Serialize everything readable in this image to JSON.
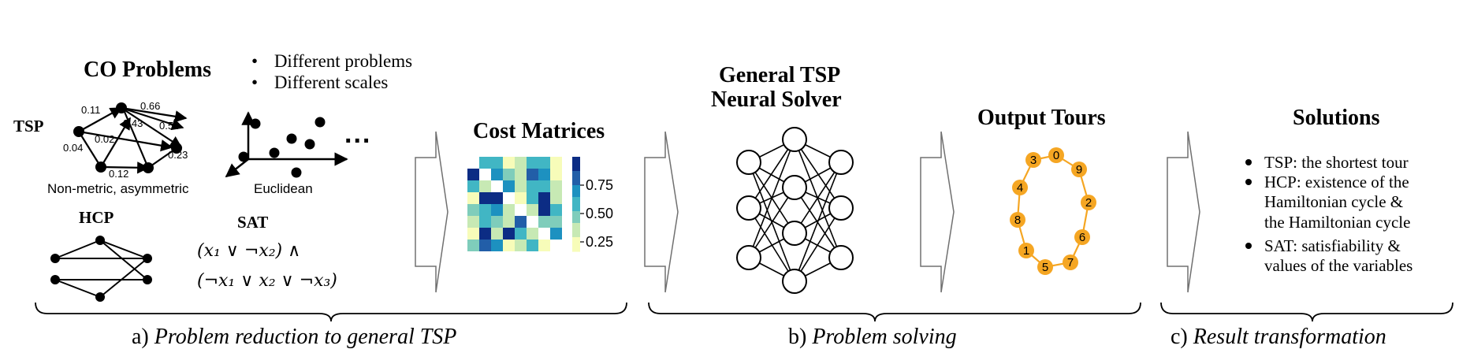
{
  "co_problems": {
    "title": "CO Problems",
    "bullets": [
      "Different problems",
      "Different scales"
    ],
    "tsp_label": "TSP",
    "edge_weights": [
      "0.11",
      "0.66",
      "0.43",
      "0.54",
      "0.02",
      "0.04",
      "0.23",
      "0.12"
    ],
    "nonmetric_caption": "Non-metric, asymmetric",
    "euclidean_caption": "Euclidean",
    "ellipsis": "...",
    "hcp_label": "HCP",
    "sat_label": "SAT",
    "sat_line1": "(x₁ ∨ ¬x₂) ∧",
    "sat_line2": "(¬x₁ ∨ x₂ ∨ ¬x₃)"
  },
  "cost_matrices": {
    "title": "Cost Matrices",
    "colorbar_ticks": [
      "0.75",
      "0.50",
      "0.25"
    ],
    "colormap": [
      "#f7fcb9",
      "#c7e9b4",
      "#7fcdbb",
      "#41b6c4",
      "#1d91c0",
      "#225ea8",
      "#0c2c84"
    ]
  },
  "solver": {
    "title_line1": "General TSP",
    "title_line2": "Neural Solver",
    "layers": [
      3,
      4,
      3
    ]
  },
  "output_tours": {
    "title": "Output Tours",
    "node_labels": [
      "0",
      "9",
      "2",
      "6",
      "7",
      "5",
      "1",
      "8",
      "4",
      "3"
    ],
    "node_color": "#f5a623"
  },
  "solutions": {
    "title": "Solutions",
    "items": [
      {
        "lines": [
          "TSP: the shortest tour"
        ]
      },
      {
        "lines": [
          "HCP: existence of the",
          "Hamiltonian cycle &",
          "the Hamiltonian cycle"
        ]
      },
      {
        "lines": [
          "SAT: satisfiability &",
          "values of the variables"
        ]
      }
    ]
  },
  "stages": [
    {
      "prefix": "a) ",
      "label": "Problem reduction to general TSP"
    },
    {
      "prefix": "b) ",
      "label": "Problem solving"
    },
    {
      "prefix": "c) ",
      "label": "Result transformation"
    }
  ]
}
